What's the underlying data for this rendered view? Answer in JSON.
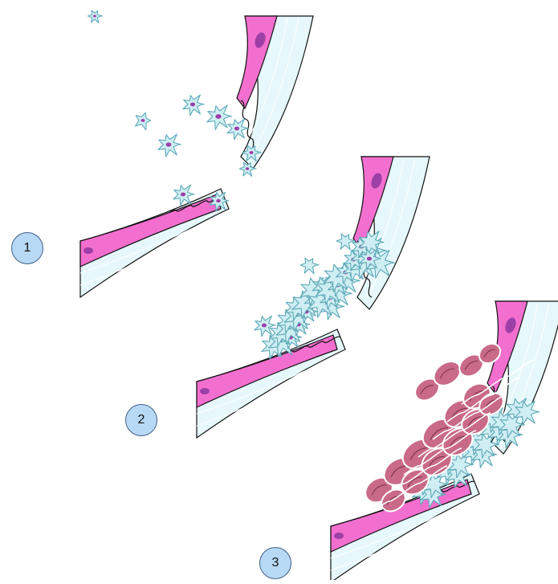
{
  "figure": {
    "colors": {
      "endothelium": "#f36fcf",
      "nucleus": "#9c3fa6",
      "vessel_wall": "#e6f8fb",
      "wall_lines": "#ffffff",
      "platelet": "#cfeef3",
      "platelet_outline": "#5da9b7",
      "red_cell": "#c96a88",
      "red_cell_outline": "#7b3048",
      "badge_fill": "#b7d9f5",
      "badge_outline": "#3f5f86",
      "outline": "#111111"
    },
    "steps": [
      {
        "label": "1"
      },
      {
        "label": "2"
      },
      {
        "label": "3"
      }
    ]
  }
}
